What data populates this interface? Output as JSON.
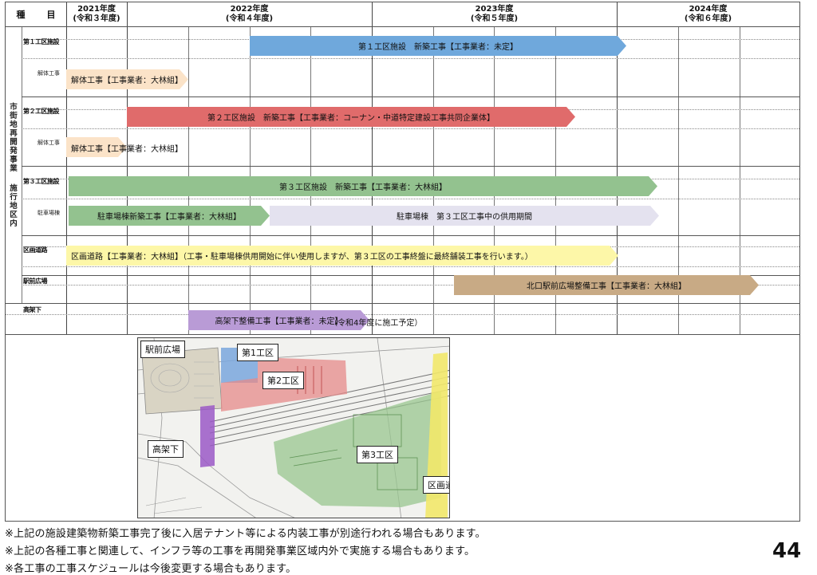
{
  "header": {
    "type_label": [
      "種",
      "目"
    ],
    "years": [
      {
        "year": "2021年度",
        "era": "(令和３年度)"
      },
      {
        "year": "2022年度",
        "era": "(令和４年度)"
      },
      {
        "year": "2023年度",
        "era": "(令和５年度)"
      },
      {
        "year": "2024年度",
        "era": "(令和６年度)"
      }
    ]
  },
  "side_label": [
    "市街地再開発事業",
    "施行地区内"
  ],
  "sections": {
    "area1": "第１工区施設",
    "area1_sub": "解体工事",
    "area2": "第２工区施設",
    "area2_sub": "解体工事",
    "area3": "第３工区施設",
    "area3_sub": "駐車場棟",
    "road": "区画道路",
    "plaza": "駅前広場",
    "under": "高架下"
  },
  "bars": {
    "a1_new": "第１工区施設　新築工事【工事業者：未定】",
    "a1_demo": "解体工事【工事業者：大林組】",
    "a2_new": "第２工区施設　新築工事【工事業者：コーナン・中道特定建設工事共同企業体】",
    "a2_demo": "解体工事【工事業者：大林組】",
    "a3_new": "第３工区施設　新築工事【工事業者：大林組】",
    "a3_parking": "駐車場棟新築工事【工事業者：大林組】",
    "a3_use": "駐車場棟　第３工区工事中の供用期間",
    "road": "区画道路【工事業者：大林組】（工事・駐車場棟供用開始に伴い使用しますが、第３工区の工事終盤に最終舗装工事を行います。）",
    "plaza": "北口駅前広場整備工事【工事業者：大林組】",
    "under": "高架下整備工事【工事業者：未定】",
    "under_note": "（令和4年度に施工予定）"
  },
  "map_labels": {
    "plaza": "駅前広場",
    "area1": "第1工区",
    "area2": "第2工区",
    "under": "高架下",
    "area3": "第3工区",
    "road": "区画道路"
  },
  "notes": [
    "※上記の施設建築物新築工事完了後に入居テナント等による内装工事が別途行われる場合もあります。",
    "※上記の各種工事と関連して、インフラ等の工事を再開発事業区域内外で実施する場合もあります。",
    "※各工事の工事スケジュールは今後変更する場合もあります。"
  ],
  "page_number": "44",
  "colors": {
    "area1": "#6fa8dc",
    "demolition": "#fbe3c8",
    "area2": "#e06b6b",
    "area3": "#93c28f",
    "parking_use": "#e4e2ef",
    "road": "#fdf7a8",
    "plaza": "#c8aa85",
    "under": "#b99bd6"
  }
}
